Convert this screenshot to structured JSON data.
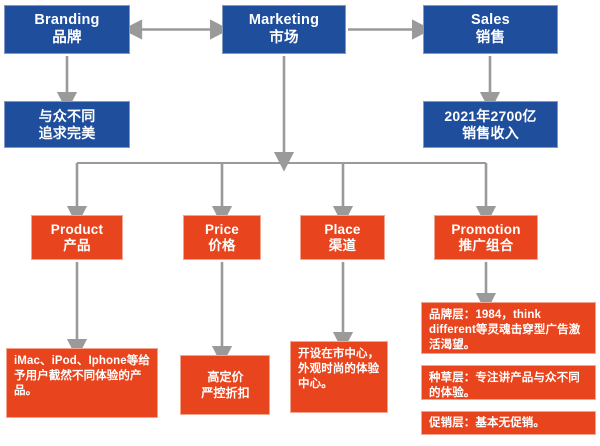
{
  "diagram": {
    "title": "Apple marketing 4P strategy flow chart",
    "colors": {
      "blue": "#1f4e9c",
      "orange": "#e8441d",
      "connector": "#9a9a9a",
      "text": "#ffffff",
      "background": "#ffffff"
    },
    "top_row": {
      "branding": {
        "en": "Branding",
        "cn": "品牌"
      },
      "marketing": {
        "en": "Marketing",
        "cn": "市场"
      },
      "sales": {
        "en": "Sales",
        "cn": "销售"
      }
    },
    "second_row": {
      "differentiation": {
        "line1": "与众不同",
        "line2": "追求完美"
      },
      "revenue": {
        "line1": "2021年2700亿",
        "line2": "销售收入"
      }
    },
    "four_p": {
      "product": {
        "en": "Product",
        "cn": "产品"
      },
      "price": {
        "en": "Price",
        "cn": "价格"
      },
      "place": {
        "en": "Place",
        "cn": "渠道"
      },
      "promotion": {
        "en": "Promotion",
        "cn": "推广组合"
      }
    },
    "details": {
      "product": "iMac、iPod、Iphone等给予用户截然不同体验的产品。",
      "price_line1": "高定价",
      "price_line2": "严控折扣",
      "place": "开设在市中心，外观时尚的体验中心。",
      "promotion_brand": "品牌层：1984，think different等灵魂击穿型广告激活渴望。",
      "promotion_seed": "种草层：专注讲产品与众不同的体验。",
      "promotion_sales": "促销层：基本无促销。"
    },
    "connectors": {
      "branding_marketing": "double-arrow",
      "marketing_sales": "arrow-right",
      "branding_differentiation": "arrow-down",
      "sales_revenue": "arrow-down",
      "marketing_four_p": "fan-out-down",
      "product_detail": "arrow-down",
      "price_detail": "arrow-down",
      "place_detail": "arrow-down",
      "promotion_detail": "arrow-down"
    }
  }
}
